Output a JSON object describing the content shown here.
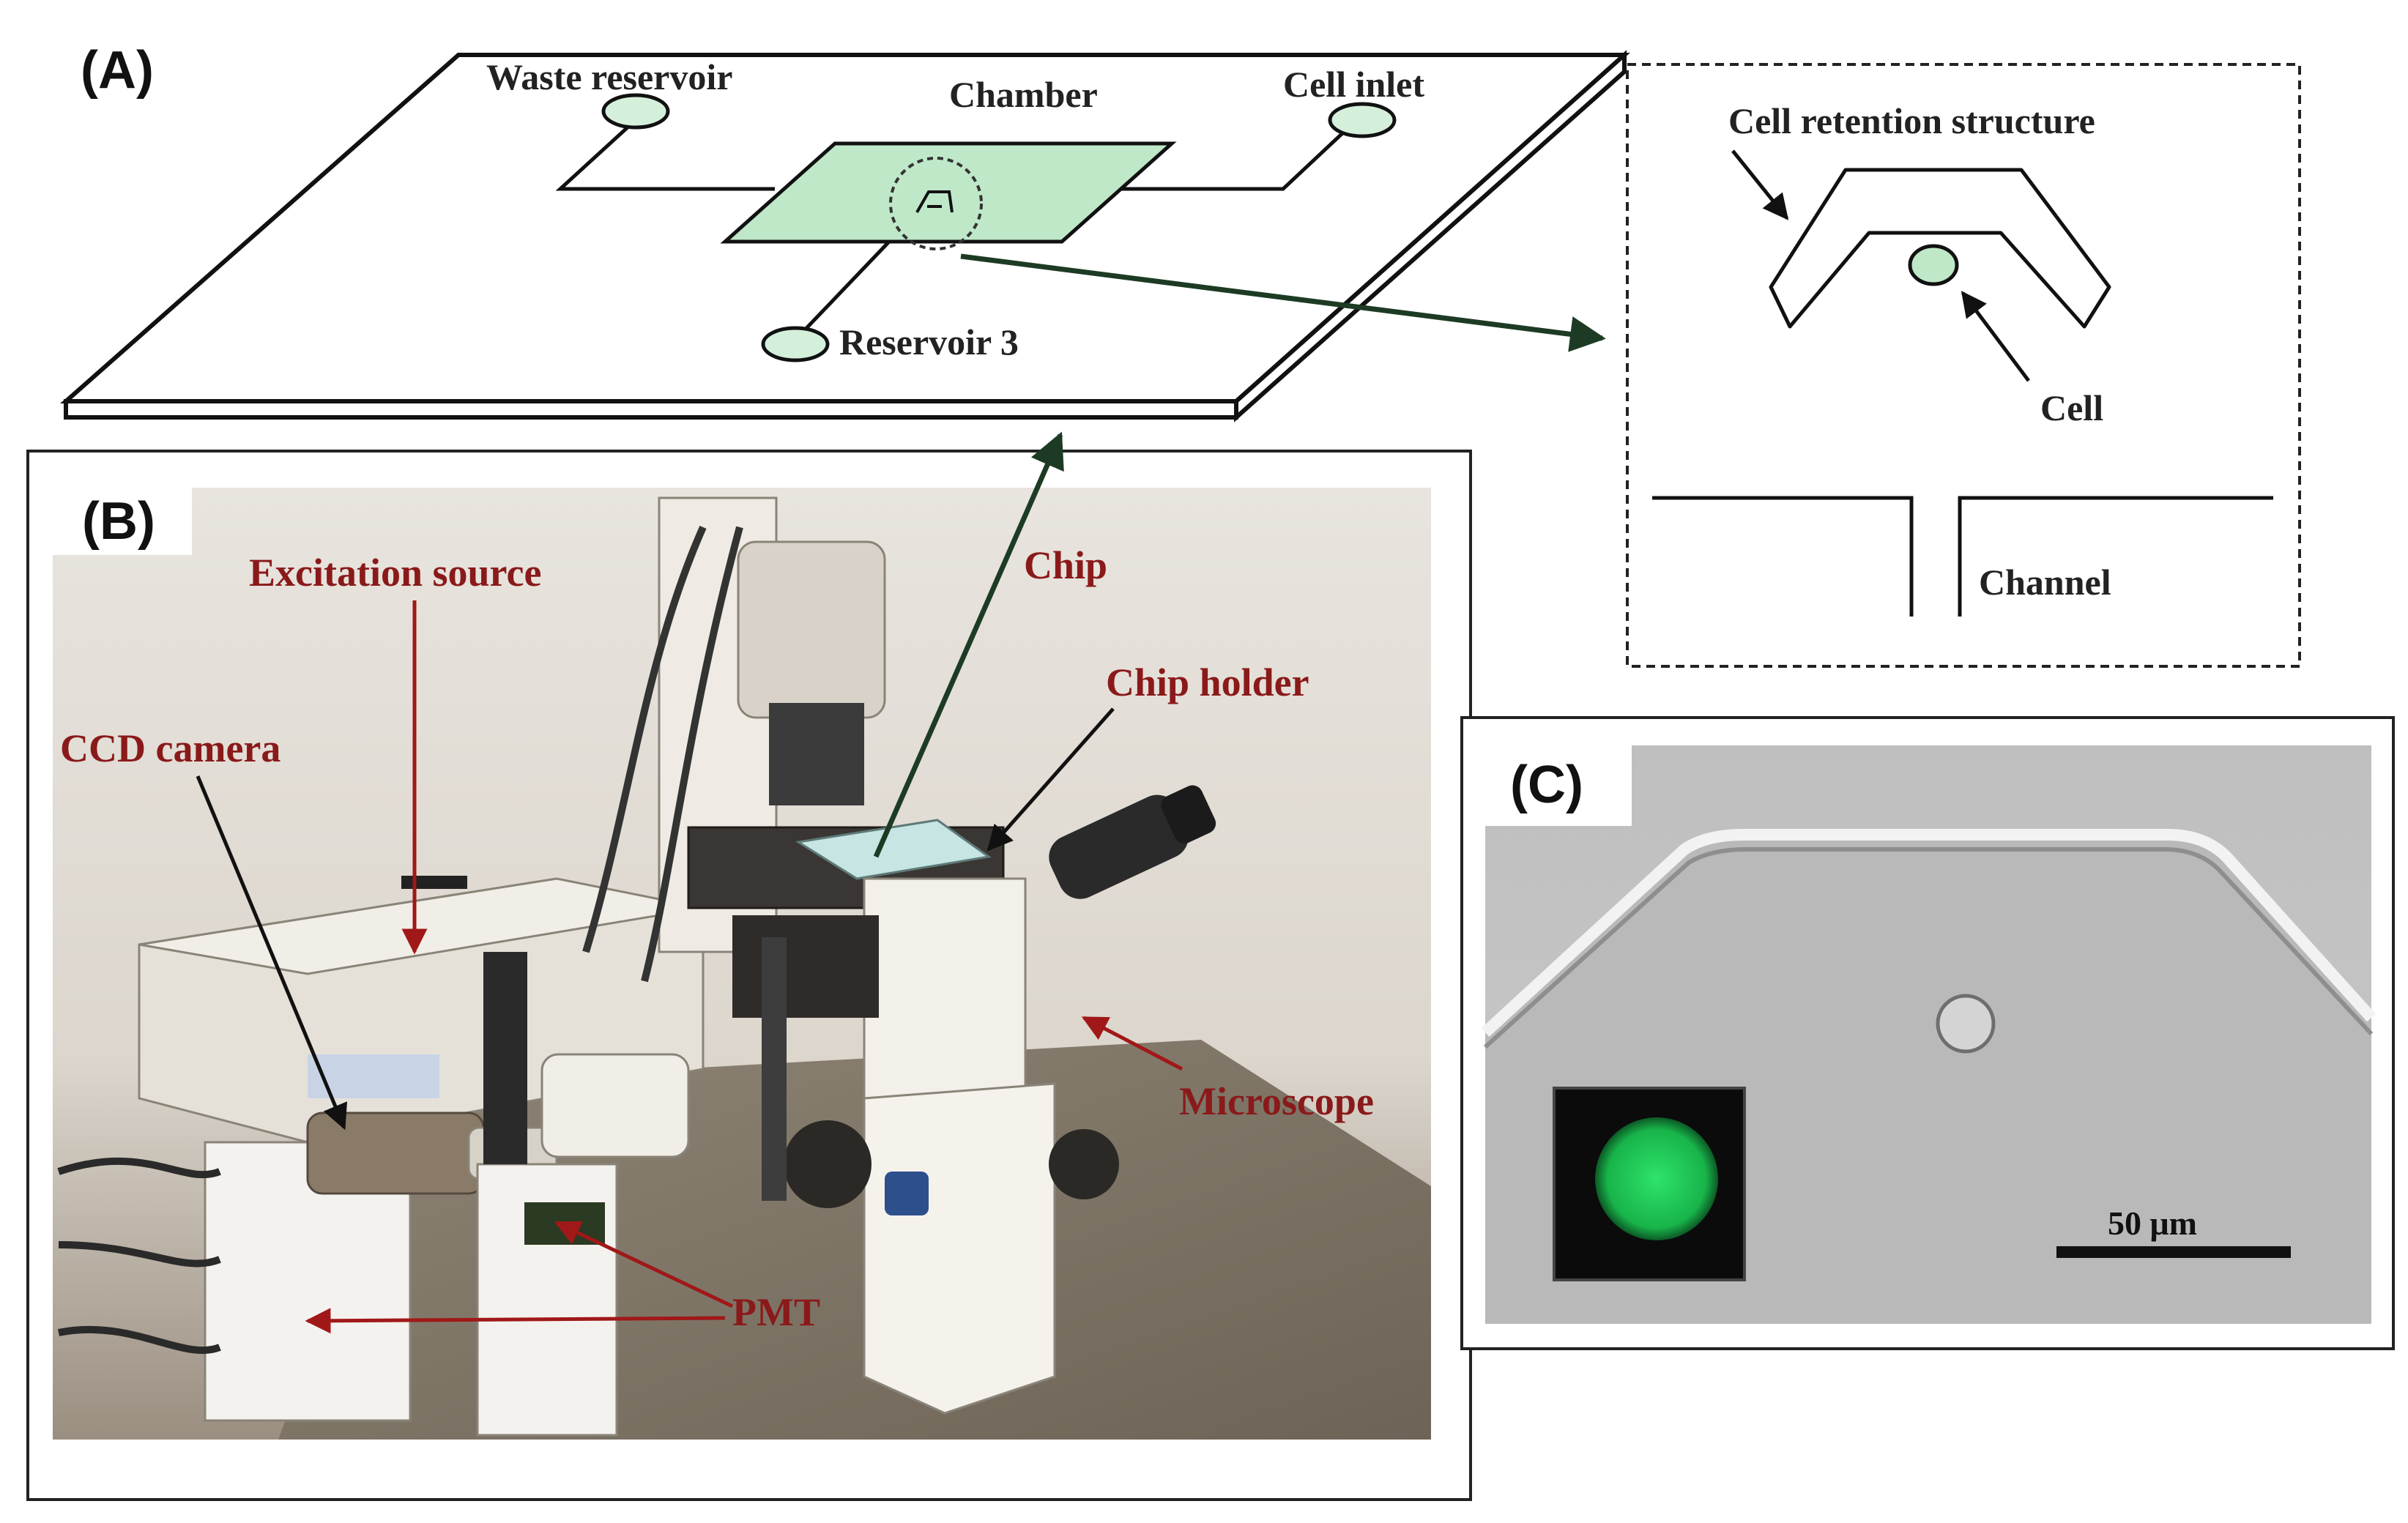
{
  "panels": {
    "a": {
      "letter": "(A)",
      "labels": {
        "waste_reservoir": "Waste reservoir",
        "chamber": "Chamber",
        "cell_inlet": "Cell inlet",
        "reservoir_3": "Reservoir 3"
      },
      "inset": {
        "cell_retention_structure": "Cell retention structure",
        "cell": "Cell",
        "channel": "Channel"
      }
    },
    "b": {
      "letter": "(B)",
      "labels": {
        "excitation_source": "Excitation source",
        "chip": "Chip",
        "chip_holder": "Chip holder",
        "ccd_camera": "CCD camera",
        "microscope": "Microscope",
        "pmt": "PMT"
      }
    },
    "c": {
      "letter": "(C)",
      "scale_bar": "50 μm"
    }
  },
  "colors": {
    "chamber_green": "#bfe8c8",
    "fluorescence_green": "#18b44a",
    "label_red": "#8a1a1a",
    "arrow_red": "#a01818"
  }
}
